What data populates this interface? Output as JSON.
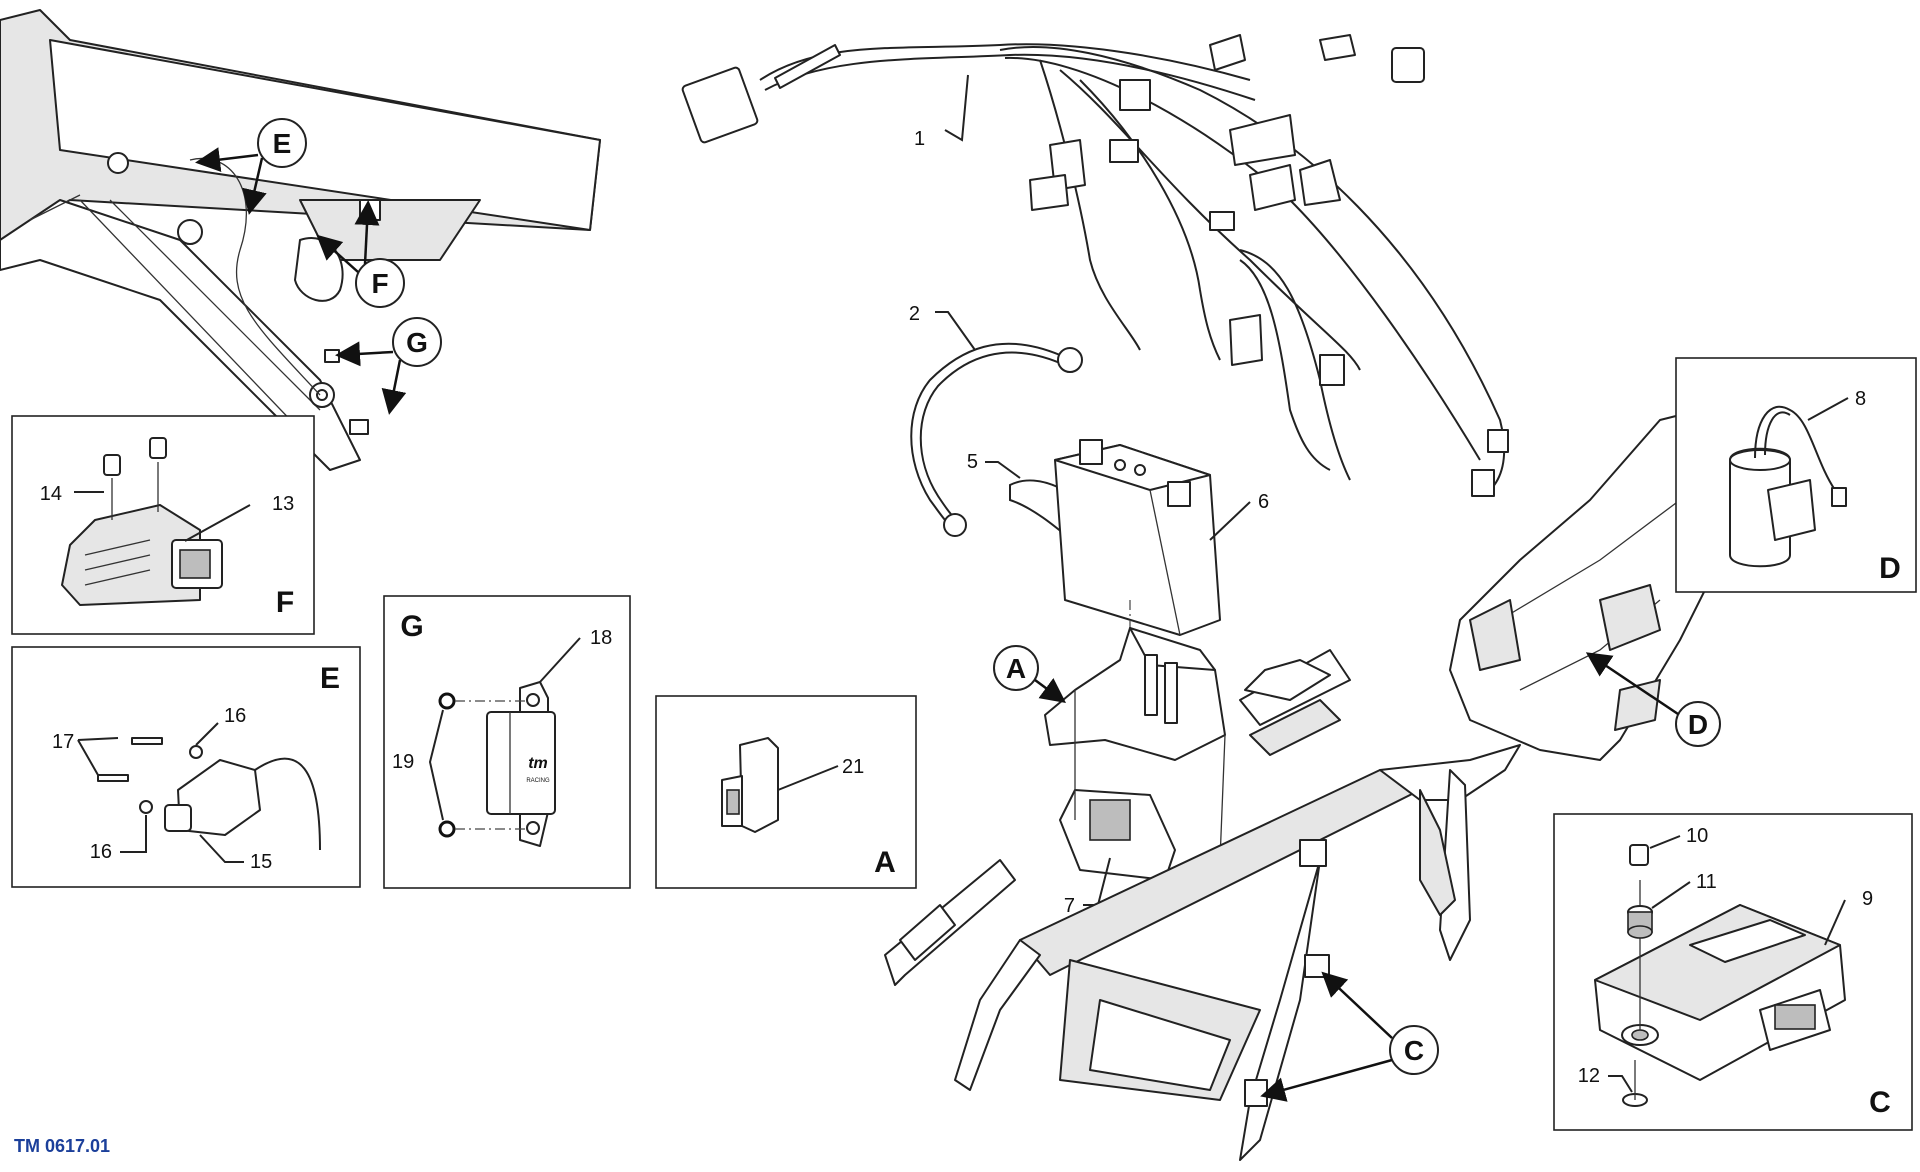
{
  "reference_code": "TM 0617.01",
  "callouts": {
    "c1": "1",
    "c2": "2",
    "c5": "5",
    "c6": "6",
    "c7": "7",
    "c8": "8",
    "c9": "9",
    "c10": "10",
    "c11": "11",
    "c12": "12",
    "c13": "13",
    "c14": "14",
    "c15": "15",
    "c16a": "16",
    "c16b": "16",
    "c17": "17",
    "c18": "18",
    "c19": "19",
    "c21": "21"
  },
  "circle_labels": {
    "e": "E",
    "f": "F",
    "g": "G",
    "a": "A",
    "c": "C",
    "d": "D"
  },
  "box_labels": {
    "f": "F",
    "e": "E",
    "g": "G",
    "a": "A",
    "d": "D",
    "c": "C"
  },
  "logo_text": {
    "brand": "tm",
    "sub": "RACING"
  }
}
